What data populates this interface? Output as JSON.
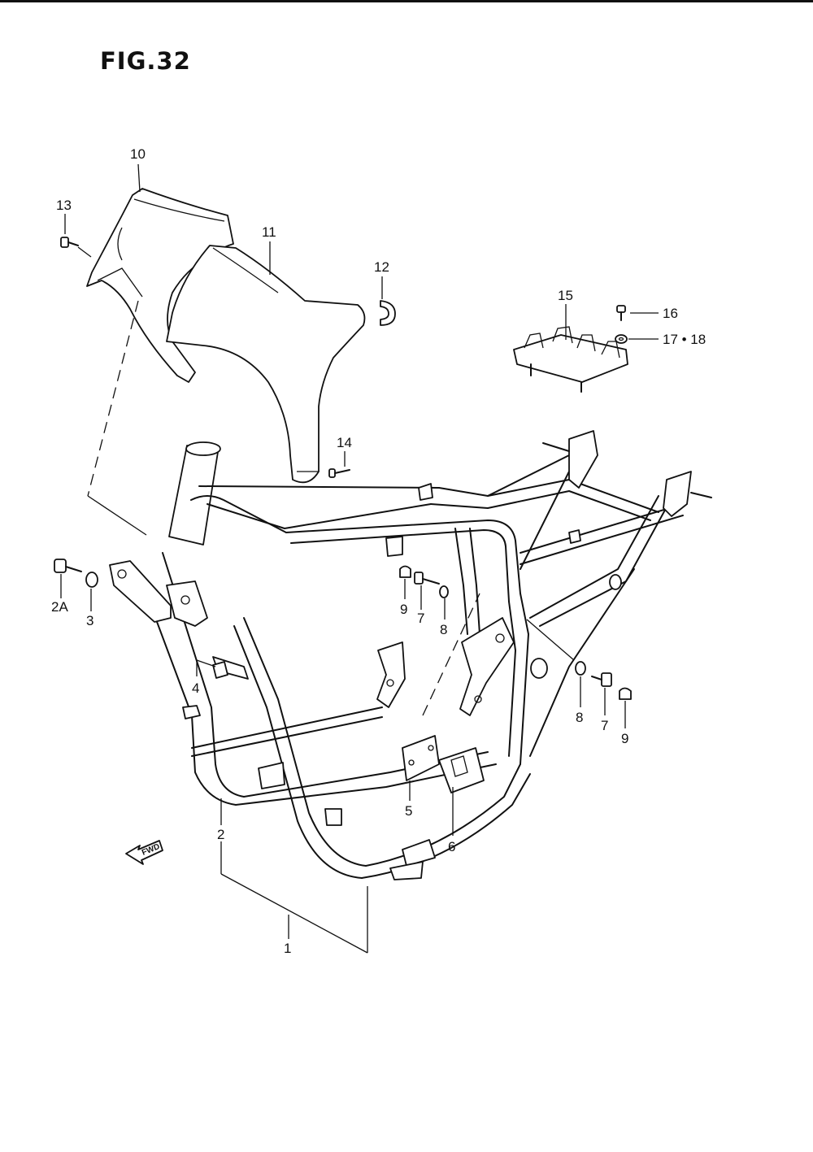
{
  "figure": {
    "title": "FIG.32",
    "fwd_label": "FWD"
  },
  "callouts": [
    {
      "id": "c1",
      "label": "1"
    },
    {
      "id": "c2",
      "label": "2"
    },
    {
      "id": "c2a",
      "label": "2A"
    },
    {
      "id": "c3",
      "label": "3"
    },
    {
      "id": "c4",
      "label": "4"
    },
    {
      "id": "c5",
      "label": "5"
    },
    {
      "id": "c6",
      "label": "6"
    },
    {
      "id": "c7a",
      "label": "7"
    },
    {
      "id": "c7b",
      "label": "7"
    },
    {
      "id": "c8a",
      "label": "8"
    },
    {
      "id": "c8b",
      "label": "8"
    },
    {
      "id": "c9a",
      "label": "9"
    },
    {
      "id": "c9b",
      "label": "9"
    },
    {
      "id": "c10",
      "label": "10"
    },
    {
      "id": "c11",
      "label": "11"
    },
    {
      "id": "c12",
      "label": "12"
    },
    {
      "id": "c13",
      "label": "13"
    },
    {
      "id": "c14",
      "label": "14"
    },
    {
      "id": "c15",
      "label": "15"
    },
    {
      "id": "c16",
      "label": "16"
    },
    {
      "id": "c17",
      "label": "17 • 18"
    }
  ]
}
